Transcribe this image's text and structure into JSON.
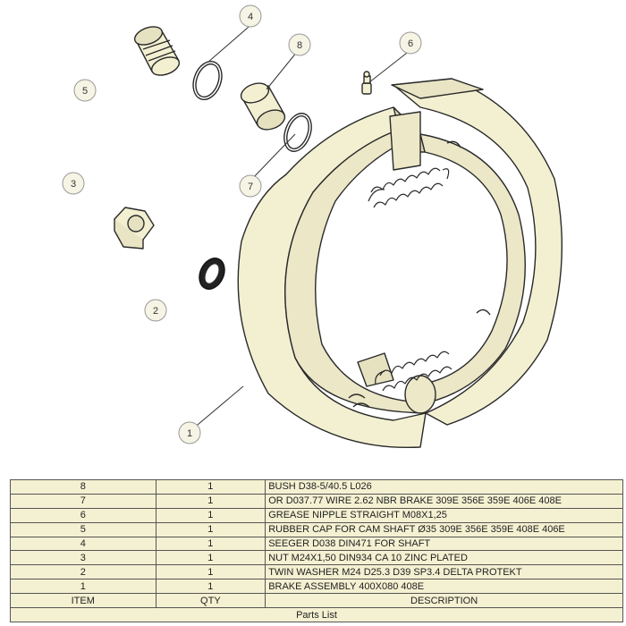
{
  "balloons": [
    {
      "id": "1",
      "label": "1"
    },
    {
      "id": "2",
      "label": "2"
    },
    {
      "id": "3",
      "label": "3"
    },
    {
      "id": "4",
      "label": "4"
    },
    {
      "id": "5",
      "label": "5"
    },
    {
      "id": "6",
      "label": "6"
    },
    {
      "id": "7",
      "label": "7"
    },
    {
      "id": "8",
      "label": "8"
    }
  ],
  "parts_list": {
    "rows": [
      {
        "item": "8",
        "qty": "1",
        "description": "BUSH D38-5/40.5  L026"
      },
      {
        "item": "7",
        "qty": "1",
        "description": "OR D037.77 WIRE 2.62 NBR BRAKE 309E 356E 359E 406E 408E"
      },
      {
        "item": "6",
        "qty": "1",
        "description": "GREASE NIPPLE STRAIGHT M08X1,25"
      },
      {
        "item": "5",
        "qty": "1",
        "description": "RUBBER CAP FOR CAM SHAFT Ø35 309E 356E 359E 408E 406E"
      },
      {
        "item": "4",
        "qty": "1",
        "description": "SEEGER D038 DIN471 FOR SHAFT"
      },
      {
        "item": "3",
        "qty": "1",
        "description": "NUT M24X1,50 DIN934 CA 10 ZINC PLATED"
      },
      {
        "item": "2",
        "qty": "1",
        "description": "TWIN WASHER M24 D25.3 D39 SP3.4 DELTA PROTEKT"
      },
      {
        "item": "1",
        "qty": "1",
        "description": "BRAKE ASSEMBLY 400X080 408E"
      }
    ],
    "headers": {
      "item": "ITEM",
      "qty": "QTY",
      "description": "DESCRIPTION"
    },
    "title": "Parts List"
  },
  "colors": {
    "part_fill": "#f3f0d2",
    "line": "#2a2a2a",
    "balloon_fill": "#f6f4e4"
  }
}
